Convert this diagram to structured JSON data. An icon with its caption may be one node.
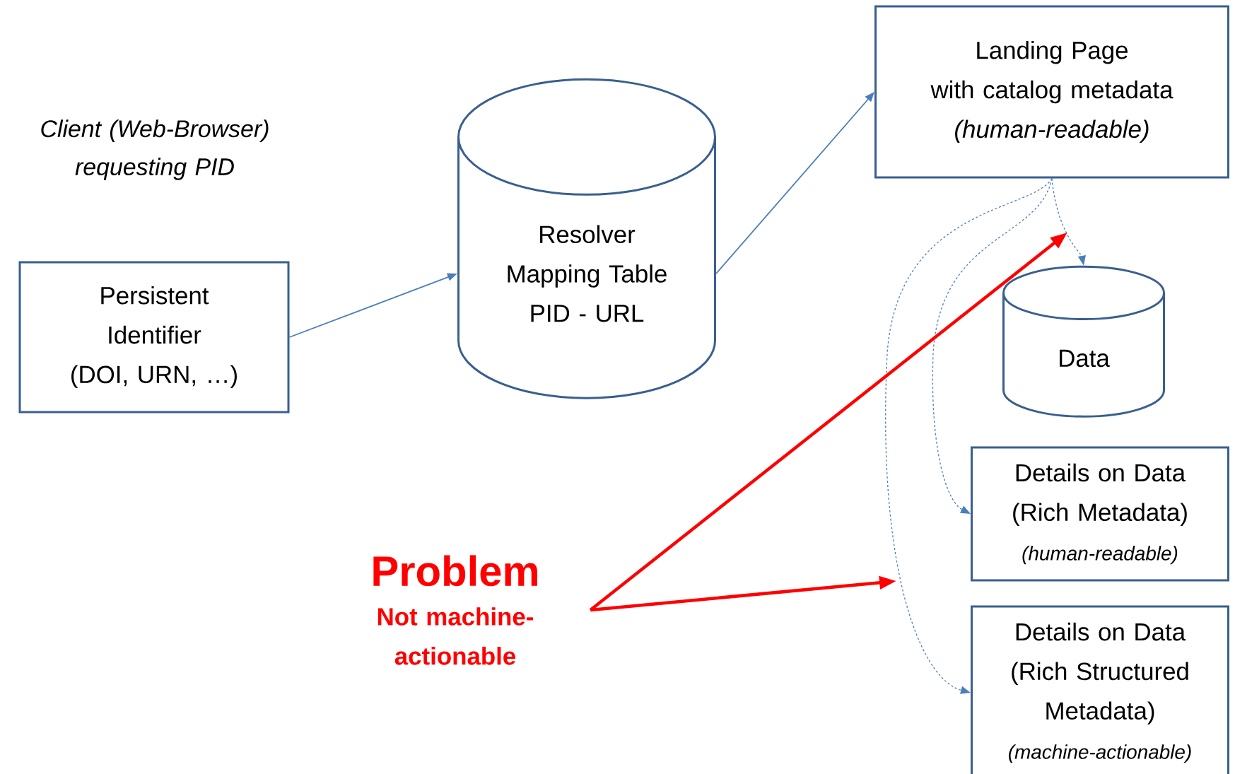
{
  "diagram": {
    "nodes": [
      {
        "text": [
          "Persistent Identifier",
          "(DOI, URN, …)"
        ]
      },
      {
        "text": [
          "Resolver",
          "Mapping Table PID - URL"
        ]
      },
      {
        "text": [
          "Landing Page",
          "with catalog metadata",
          "(human-readable)"
        ]
      },
      {
        "text": [
          "Data"
        ]
      },
      {
        "text": [
          "Details on Data (Rich Metadata)",
          "(human-readable)"
        ]
      },
      {
        "text": [
          "Details on Data (Rich Structured Metadata)",
          "(machine-actionable)"
        ]
      },
      {
        "text": [
          "Problem",
          "Not machine-actionable"
        ]
      }
    ],
    "edges": [
      {
        "from": 0,
        "to": 1,
        "arrow": "to"
      },
      {
        "from": 1,
        "to": 2,
        "arrow": "to"
      },
      {
        "from": 2,
        "to": 3,
        "arrow": "to",
        "style": "dashed"
      },
      {
        "from": 2,
        "to": 4,
        "arrow": "to",
        "style": "dashed"
      },
      {
        "from": 2,
        "to": 5,
        "arrow": "to",
        "style": "dashed"
      },
      {
        "from": 6,
        "to": null,
        "arrow": "to",
        "style": "thick",
        "color": "#ff0000"
      },
      {
        "from": 6,
        "to": null,
        "arrow": "to",
        "style": "thick",
        "color": "#ff0000"
      }
    ],
    "labels": [
      "Client (Web-Browser) requesting PID"
    ]
  }
}
